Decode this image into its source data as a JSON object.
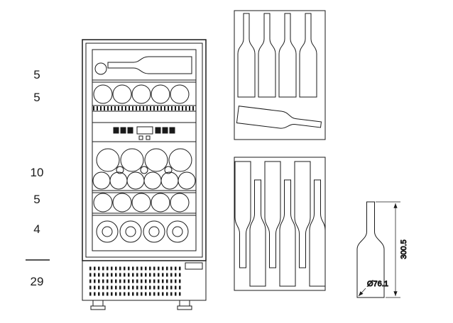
{
  "capacity": {
    "shelf_counts": [
      "5",
      "5",
      "10",
      "5",
      "4"
    ],
    "total": "29"
  },
  "bottle_dimensions": {
    "height": "300.5",
    "diameter": "Ø76.1"
  },
  "colors": {
    "line": "#1a1a1a",
    "background": "#ffffff"
  }
}
